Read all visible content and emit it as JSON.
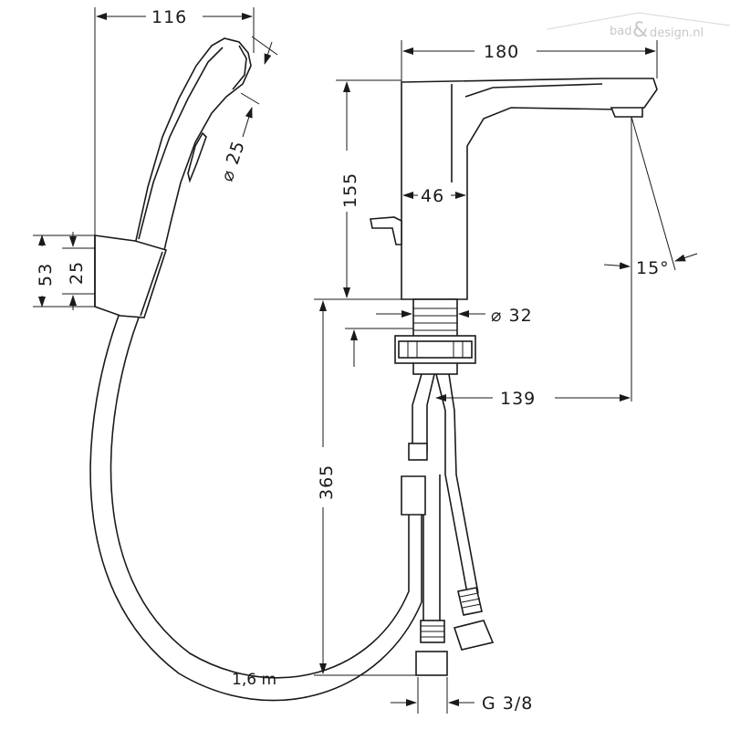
{
  "watermark": {
    "text_left": "bad",
    "ampersand": "&",
    "text_right": "design.nl"
  },
  "dimensions": {
    "shower_width": "116",
    "shower_head_diameter": "⌀ 25",
    "holder_height": "53",
    "holder_inner_height": "25",
    "spout_reach": "180",
    "spout_height": "155",
    "body_width": "46",
    "spray_angle": "15°",
    "shank_diameter": "⌀ 32",
    "projection": "139",
    "shank_length": "365",
    "hose_length": "1,6 m",
    "connection_thread": "G 3/8"
  },
  "colors": {
    "line": "#1a1a1a",
    "background": "#ffffff",
    "watermark": "#c8c8c8"
  }
}
